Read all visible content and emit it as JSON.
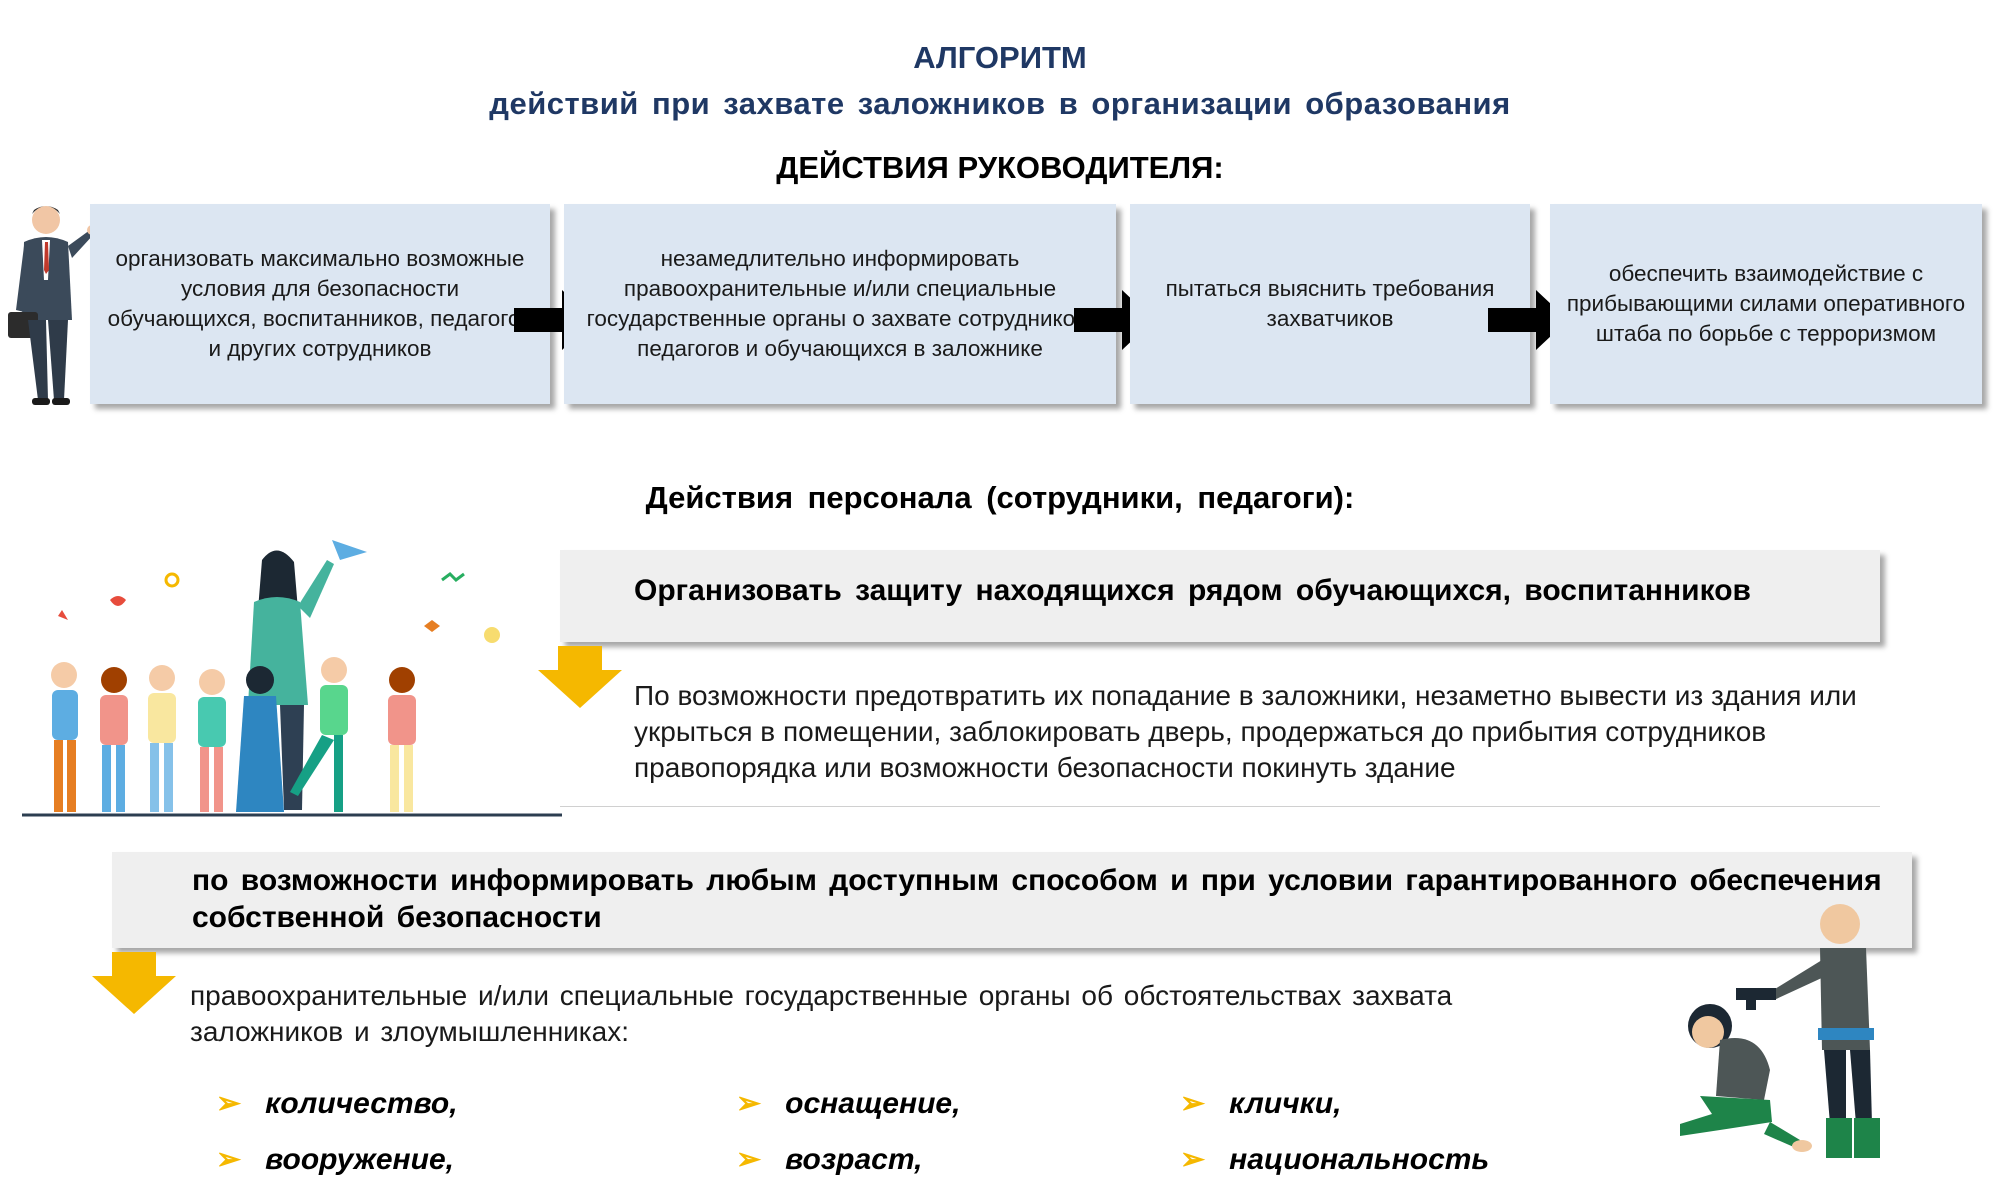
{
  "header": {
    "title": "АЛГОРИТМ",
    "subtitle": "действий при захвате заложников в организации образования",
    "section_head": "ДЕЙСТВИЯ РУКОВОДИТЕЛЯ:"
  },
  "steps": [
    {
      "text": "организовать максимально возможные условия для безопасности обучающихся, воспитанников, педагогов и других сотрудников"
    },
    {
      "text": "незамедлительно информировать правоохранительные и/или специальные государственные органы о захвате сотрудников, педагогов и обучающихся в заложнике"
    },
    {
      "text": "пытаться выяснить требования захватчиков"
    },
    {
      "text": "обеспечить взаимодействие с прибывающими силами оперативного штаба по борьбе с терроризмом"
    }
  ],
  "staff": {
    "heading": "Действия персонала (сотрудники, педагоги):",
    "action1": "Организовать защиту находящихся рядом обучающихся, воспитанников",
    "action1_detail": "По возможности предотвратить их попадание в заложники, незаметно вывести из здания или укрыться в помещении, заблокировать дверь, продержаться до прибытия сотрудников правопорядка или возможности безопасности покинуть здание",
    "action2": "по возможности информировать любым доступным способом и при условии гарантированного обеспечения собственной безопасности",
    "action2_detail": "правоохранительные и/или специальные государственные органы об обстоятельствах захвата заложников и злоумышленниках:"
  },
  "bullets": [
    {
      "marker": "➢",
      "text": "количество,"
    },
    {
      "marker": "➢",
      "text": "оснащение,"
    },
    {
      "marker": "➢",
      "text": "клички,"
    },
    {
      "marker": "➢",
      "text": "вооружение,"
    },
    {
      "marker": "➢",
      "text": "возраст,"
    },
    {
      "marker": "➢",
      "text": "национальность"
    }
  ],
  "colors": {
    "title": "#1f3864",
    "step_box": "#dce6f2",
    "gray_bar": "#efefef",
    "accent_yellow": "#f5b800"
  },
  "icons": [
    "businessman-illustration",
    "arrow-right-icon",
    "teacher-children-illustration",
    "arrow-down-icon",
    "hostage-illustration"
  ]
}
